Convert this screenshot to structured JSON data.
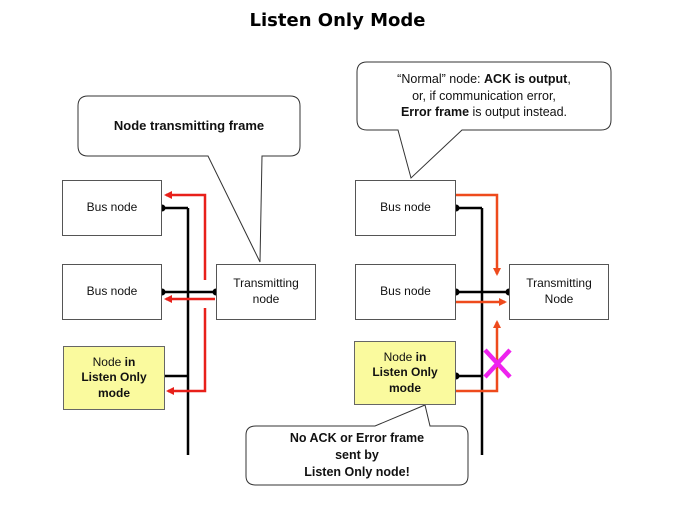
{
  "title": "Listen Only Mode",
  "left_diagram": {
    "callout": "Node transmitting frame",
    "bus_node_1": "Bus node",
    "bus_node_2": "Bus node",
    "transmitting_node": {
      "line1": "Transmitting",
      "line2": "node"
    },
    "listen_node": {
      "line1_normal": "Node ",
      "line1_bold": "in",
      "line2": "Listen Only",
      "line3": "mode"
    }
  },
  "right_diagram": {
    "callout": {
      "l1_normal": "“Normal” node: ",
      "l1_bold": "ACK is output",
      "l1_tail": ",",
      "l2": "or, if communication error,",
      "l3_bold": "Error frame",
      "l3_normal": " is output instead."
    },
    "bus_node_1": "Bus node",
    "bus_node_2": "Bus node",
    "transmitting_node": {
      "line1": "Transmitting",
      "line2": "Node"
    },
    "listen_node": {
      "line1_normal": "Node ",
      "line1_bold": "in",
      "line2": "Listen Only",
      "line3": "mode"
    },
    "bottom_callout": {
      "l1": "No ACK or Error frame",
      "l2": "sent by",
      "l3": "Listen Only node!"
    }
  },
  "colors": {
    "signal_left": "#e8201a",
    "signal_right": "#ee4a1c",
    "blocked_x": "#ee22ee",
    "bus": "#000000",
    "listen_fill": "#fafa9e"
  }
}
